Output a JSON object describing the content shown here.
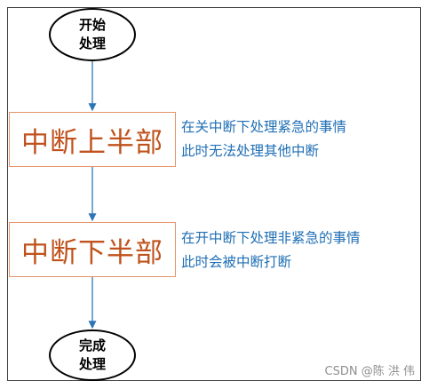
{
  "start": {
    "lines": [
      "开始",
      "处理"
    ]
  },
  "steps": [
    {
      "label": "中断上半部",
      "note": [
        "在关中断下处理紧急的事情",
        "此时无法处理其他中断"
      ]
    },
    {
      "label": "中断下半部",
      "note": [
        "在开中断下处理非紧急的事情",
        "此时会被中断打断"
      ]
    }
  ],
  "end": {
    "lines": [
      "完成",
      "处理"
    ]
  },
  "watermark": "CSDN @陈 洪 伟",
  "colors": {
    "connector": "#2e75b6",
    "box_border": "#e6956a",
    "box_text": "#c0531d",
    "note_text": "#1f6fb5"
  }
}
